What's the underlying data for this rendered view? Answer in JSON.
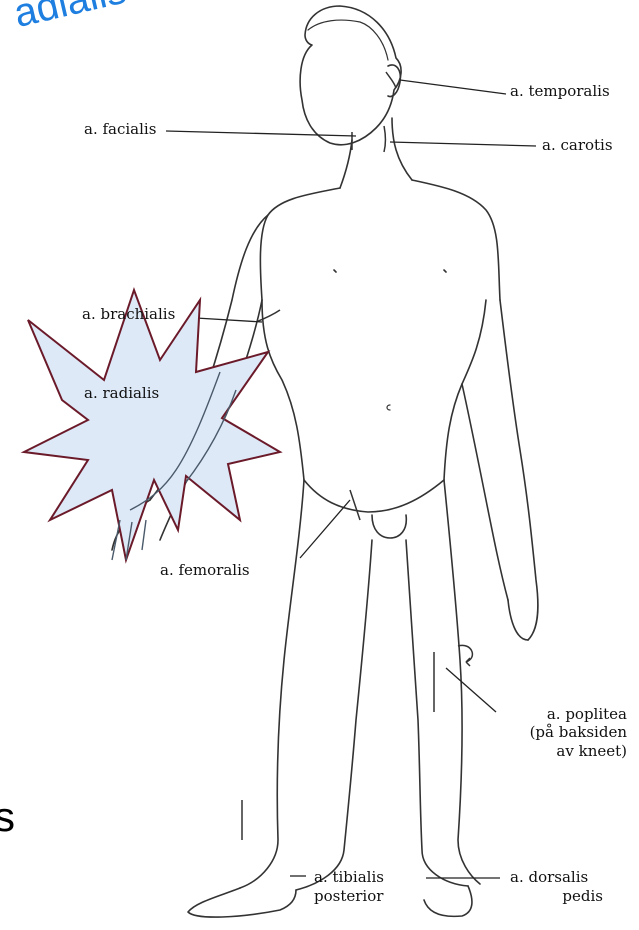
{
  "title_fragment": "adialis hos Jo",
  "side_fragment": "s",
  "labels": {
    "temporalis": "a. temporalis",
    "facialis": "a. facialis",
    "carotis": "a. carotis",
    "brachialis": "a. brachialis",
    "radialis": "a. radialis",
    "femoralis": "a. femoralis",
    "poplitea_1": "a. poplitea",
    "poplitea_2": "(på baksiden",
    "poplitea_3": "av kneet)",
    "tibialis_1": "a. tibialis",
    "tibialis_2": "posterior",
    "dorsalis_1": "a. dorsalis",
    "dorsalis_2": "pedis"
  },
  "colors": {
    "title": "#1e7fe0",
    "star_fill": "#dde9f7",
    "star_stroke": "#6b1a2a",
    "line": "#222222"
  }
}
